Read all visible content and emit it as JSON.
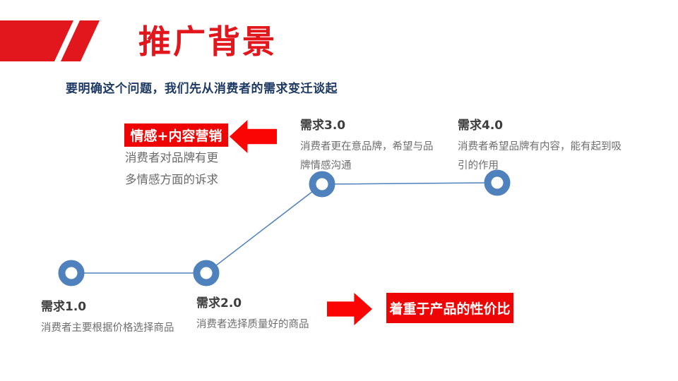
{
  "slide": {
    "title": "推广背景",
    "subtitle": "要明确这个问题，我们先从消费者的需求变迁谈起"
  },
  "colors": {
    "title_red": "#e2161d",
    "callout_red": "#ee0404",
    "arrow_red": "#fa0404",
    "subtitle_navy": "#1d3964",
    "label_dark": "#3d3d3d",
    "body_gray": "#6e6e6e",
    "node_blue": "#4f81bd"
  },
  "emotion_callout": {
    "box_label": "情感+内容营销",
    "desc_line1": "消费者对品牌有更",
    "desc_line2": "多情感方面的诉求"
  },
  "value_callout": {
    "box_label": "着重于产品的性价比"
  },
  "stages": [
    {
      "label": "需求1.0",
      "desc_line1": "消费者主要根据价格选择商品",
      "desc_line2": ""
    },
    {
      "label": "需求2.0",
      "desc_line1": "消费者选择质量好的商品",
      "desc_line2": ""
    },
    {
      "label": "需求3.0",
      "desc_line1": "消费者更在意品牌，希望与品",
      "desc_line2": "牌情感沟通"
    },
    {
      "label": "需求4.0",
      "desc_line1": "消费者希望品牌有内容，能有起到吸",
      "desc_line2": "引的作用"
    }
  ],
  "icons": {
    "left_arrow": "left-block-arrow",
    "right_arrow": "right-block-arrow",
    "corner_slash": "red-corner-slash"
  }
}
